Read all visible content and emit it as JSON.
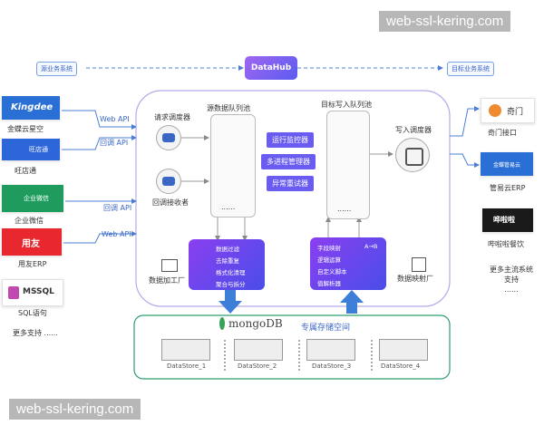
{
  "watermark": {
    "top": "web-ssl-kering.com",
    "bottom": "web-ssl-kering.com"
  },
  "top": {
    "source": "源业务系统",
    "hub": "DataHub",
    "target": "目标业务系统"
  },
  "left_sources": [
    {
      "logo": "Kingdee",
      "label": "金蝶云星空",
      "api": "Web API"
    },
    {
      "logo": "旺店通",
      "label": "旺店通",
      "api": "回调 API"
    },
    {
      "logo": "企业微信",
      "label": "企业微信",
      "api": "回调 API"
    },
    {
      "logo": "用友",
      "label": "用友ERP",
      "api": "Web API"
    },
    {
      "logo": "MSSQL",
      "label": "SQL语句",
      "api": ""
    }
  ],
  "left_more": "更多支持 ......",
  "right_targets": [
    {
      "logo": "奇门",
      "label": "奇门接口"
    },
    {
      "logo": "金蝶管易云",
      "label": "管易云ERP"
    },
    {
      "logo": "哗啦啦",
      "label": "哔啦啦餐饮"
    }
  ],
  "right_more": "更多主流系统\n支持\n......",
  "center": {
    "request_scheduler": "请求调度器",
    "callback_receiver": "回调接收者",
    "source_queue": "源数据队列池",
    "target_queue": "目标写入队列池",
    "write_scheduler": "写入调度器",
    "functions": [
      "运行监控器",
      "多进程管理器",
      "异常重试器"
    ],
    "queue_dots": "......",
    "processing_factory": "数据加工厂",
    "mapping_factory": "数据映射厂",
    "processing_items": [
      "数据过滤",
      "去除重复",
      "格式化清理",
      "聚合与拆分"
    ],
    "mapping_items": [
      "字段映射",
      "逻辑运算",
      "自定义脚本",
      "值解析器"
    ],
    "mapping_icons": [
      "A→B",
      "",
      "",
      ""
    ]
  },
  "storage": {
    "db_name": "mongoDB",
    "title": "专属存储空间",
    "stores": [
      "DataStore_1",
      "DataStore_2",
      "DataStore_3",
      "DataStore_4"
    ]
  },
  "colors": {
    "accent": "#7b5cf0",
    "line": "#4a7fd6",
    "storage_border": "#2e9d6f"
  }
}
